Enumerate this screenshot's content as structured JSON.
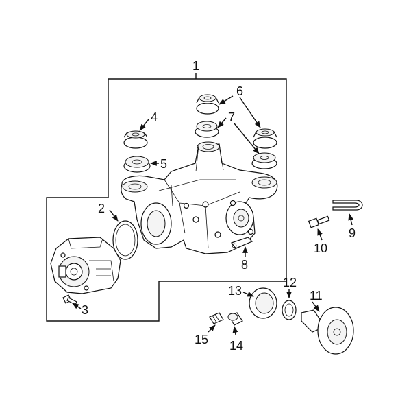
{
  "diagram": {
    "callouts": {
      "c1": "1",
      "c2": "2",
      "c3": "3",
      "c4": "4",
      "c5": "5",
      "c6": "6",
      "c7": "7",
      "c8": "8",
      "c9": "9",
      "c10": "10",
      "c11": "11",
      "c12": "12",
      "c13": "13",
      "c14": "14",
      "c15": "15"
    }
  }
}
